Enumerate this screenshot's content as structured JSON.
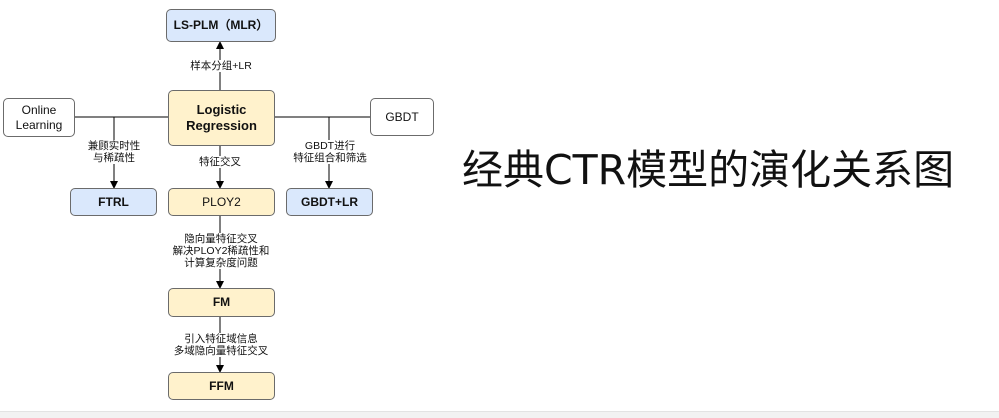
{
  "title": "经典CTR模型的演化关系图",
  "nodes": {
    "lsplm": "LS-PLM（MLR）",
    "logistic": [
      "Logistic",
      "Regression"
    ],
    "online": [
      "Online",
      "Learning"
    ],
    "gbdt": "GBDT",
    "ftrl": "FTRL",
    "poly2": "PLOY2",
    "gbdtlr": "GBDT+LR",
    "fm": "FM",
    "ffm": "FFM"
  },
  "edges": {
    "lr_to_lsplm": [
      "样本分组+LR"
    ],
    "online_to_ftrl": [
      "兼顾实时性",
      "与稀疏性"
    ],
    "lr_to_poly2": [
      "特征交叉"
    ],
    "gbdt_to_gbdtlr": [
      "GBDT进行",
      "特征组合和筛选"
    ],
    "poly2_to_fm": [
      "隐向量特征交叉",
      "解决PLOY2稀疏性和",
      "计算复杂度问题"
    ],
    "fm_to_ffm": [
      "引入特征域信息",
      "多域隐向量特征交叉"
    ]
  },
  "colors": {
    "blue_fill": "#dae8fc",
    "yellow_fill": "#fff2cc",
    "stroke": "#6b6b6b",
    "line": "#000000"
  }
}
